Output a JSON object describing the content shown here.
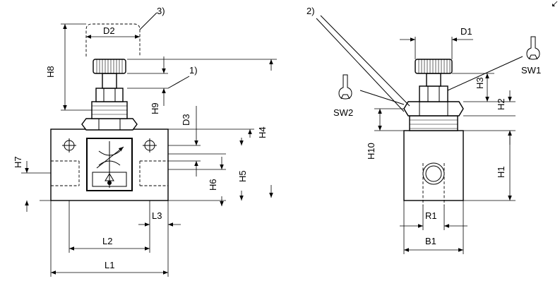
{
  "labels": {
    "d2": "D2",
    "h8": "H8",
    "h9": "H9",
    "d3": "D3",
    "h4": "H4",
    "h7": "H7",
    "h6": "H6",
    "h5": "H5",
    "l3": "L3",
    "l2": "L2",
    "l1": "L1",
    "note3": "3)",
    "note1": "1)",
    "note2": "2)",
    "d1": "D1",
    "sw1": "SW1",
    "sw2": "SW2",
    "h3": "H3",
    "h2": "H2",
    "h10": "H10",
    "h1": "H1",
    "r1": "R1",
    "b1": "B1"
  },
  "icons": [
    "arrow-icon",
    "wrench-icon",
    "flow-control-symbol-icon"
  ],
  "colors": {
    "ink": "#000000",
    "paper": "#ffffff"
  }
}
